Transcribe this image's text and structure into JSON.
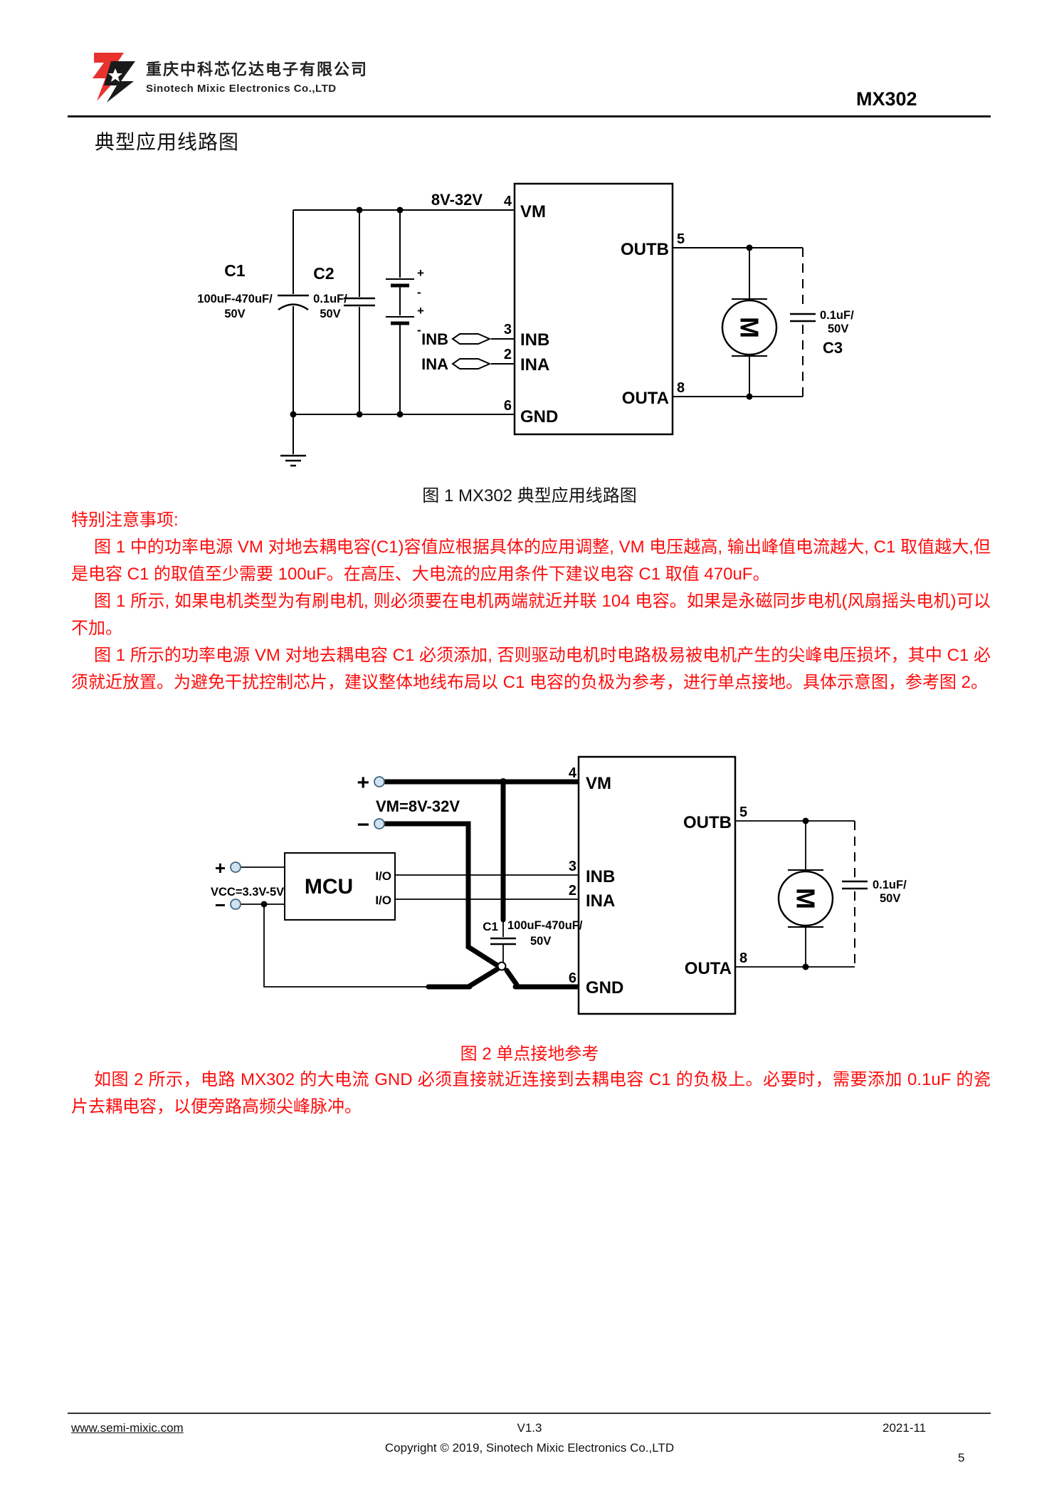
{
  "header": {
    "company_cn": "重庆中科芯亿达电子有限公司",
    "company_en": "Sinotech Mixic Electronics Co.,LTD",
    "part_number": "MX302"
  },
  "section_title": "典型应用线路图",
  "colors": {
    "note_red": "#fe0d0d",
    "terminal_fill": "#cfe2f3",
    "terminal_stroke": "#44667e",
    "logo_red": "#e8322e",
    "line_black": "#000000"
  },
  "figure1": {
    "caption": "图 1 MX302 典型应用线路图",
    "supply_label": "8V-32V",
    "c1_name": "C1",
    "c1_val1": "100uF-470uF/",
    "c1_val2": "50V",
    "c2_name": "C2",
    "c2_val1": "0.1uF/",
    "c2_val2": "50V",
    "c3_name": "C3",
    "c3_val1": "0.1uF/",
    "c3_val2": "50V",
    "bat1_plus": "+",
    "bat1_minus": "-",
    "bat2_plus": "+",
    "bat2_minus": "-",
    "ext_inb": "INB",
    "ext_ina": "INA",
    "pin4_num": "4",
    "pin4_label": "VM",
    "pin3_num": "3",
    "pin3_label": "INB",
    "pin2_num": "2",
    "pin2_label": "INA",
    "pin6_num": "6",
    "pin6_label": "GND",
    "pin5_num": "5",
    "pin5_label": "OUTB",
    "pin8_num": "8",
    "pin8_label": "OUTA",
    "motor_label": "M"
  },
  "notes": {
    "title": "特别注意事项:",
    "para1": "图 1 中的功率电源 VM 对地去耦电容(C1)容值应根据具体的应用调整, VM 电压越高, 输出峰值电流越大, C1 取值越大,但是电容 C1 的取值至少需要 100uF。在高压、大电流的应用条件下建议电容 C1 取值 470uF。",
    "para2": "图 1 所示, 如果电机类型为有刷电机, 则必须要在电机两端就近并联 104 电容。如果是永磁同步电机(风扇摇头电机)可以不加。",
    "para3": "图 1 所示的功率电源 VM 对地去耦电容 C1 必须添加, 否则驱动电机时电路极易被电机产生的尖峰电压损坏，其中 C1 必须就近放置。为避免干扰控制芯片，建议整体地线布局以 C1 电容的负极为参考，进行单点接地。具体示意图，参考图 2。"
  },
  "figure2": {
    "caption": "图 2 单点接地参考",
    "vm_plus": "+",
    "vm_minus": "−",
    "vm_supply": "VM=8V-32V",
    "vcc_plus": "+",
    "vcc_minus": "−",
    "vcc_supply": "VCC=3.3V-5V",
    "mcu_label": "MCU",
    "io1": "I/O",
    "io2": "I/O",
    "c1_name": "C1",
    "c1_val1": "100uF-470uF/",
    "c1_val2": "50V",
    "cap_val1": "0.1uF/",
    "cap_val2": "50V",
    "pin4_num": "4",
    "pin4_label": "VM",
    "pin3_num": "3",
    "pin3_label": "INB",
    "pin2_num": "2",
    "pin2_label": "INA",
    "pin6_num": "6",
    "pin6_label": "GND",
    "pin5_num": "5",
    "pin5_label": "OUTB",
    "pin8_num": "8",
    "pin8_label": "OUTA",
    "motor_label": "M"
  },
  "notes2": {
    "para1": "如图 2 所示，电路 MX302 的大电流 GND 必须直接就近连接到去耦电容 C1 的负极上。必要时，需要添加 0.1uF 的瓷片去耦电容，以便旁路高频尖峰脉冲。"
  },
  "footer": {
    "website": "www.semi-mixic.com",
    "version": "V1.3",
    "date": "2021-11",
    "copyright": "Copyright © 2019, Sinotech Mixic Electronics Co.,LTD",
    "page_number": "5"
  }
}
